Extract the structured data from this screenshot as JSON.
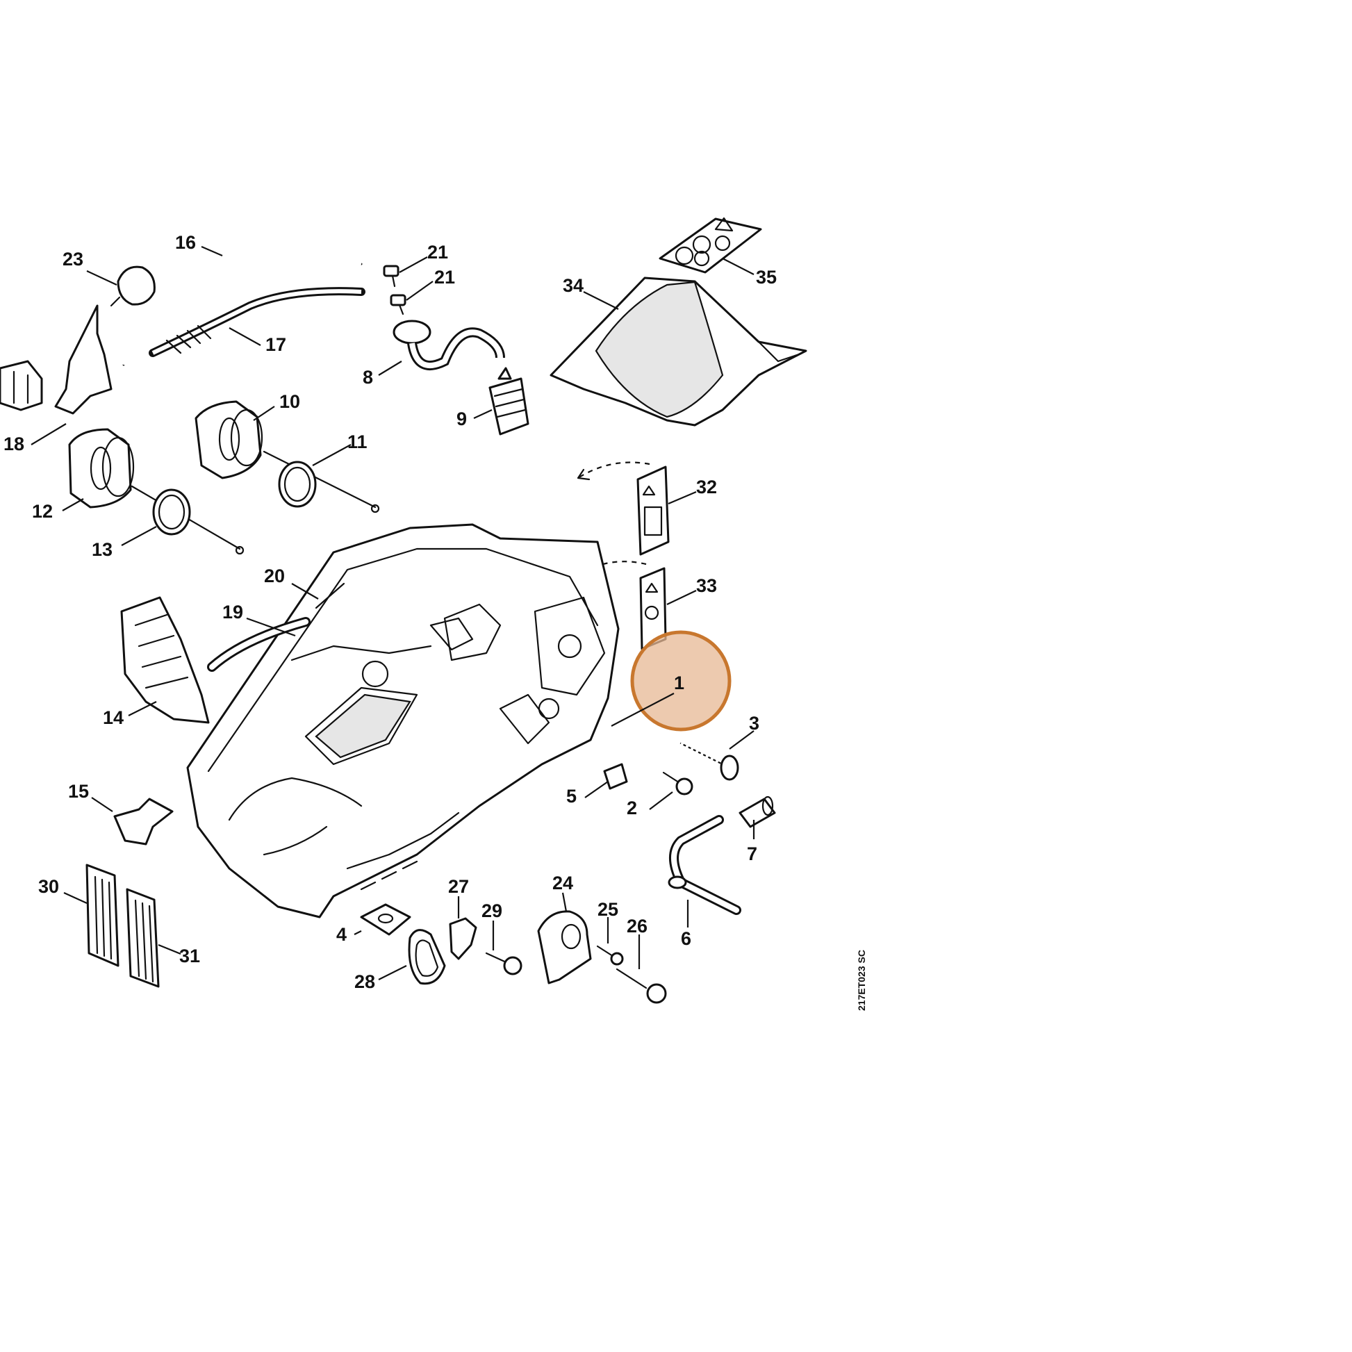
{
  "diagram": {
    "drawing_code": "217ET023 SC",
    "highlight_color": "#e7b894",
    "highlight_stroke": "#c8772e",
    "highlighted_part": "1"
  },
  "parts": [
    {
      "id": "p1",
      "label": "1"
    },
    {
      "id": "p2",
      "label": "2"
    },
    {
      "id": "p3",
      "label": "3"
    },
    {
      "id": "p4",
      "label": "4"
    },
    {
      "id": "p5",
      "label": "5"
    },
    {
      "id": "p6",
      "label": "6"
    },
    {
      "id": "p7",
      "label": "7"
    },
    {
      "id": "p8",
      "label": "8"
    },
    {
      "id": "p9",
      "label": "9"
    },
    {
      "id": "p10",
      "label": "10"
    },
    {
      "id": "p11",
      "label": "11"
    },
    {
      "id": "p12",
      "label": "12"
    },
    {
      "id": "p13",
      "label": "13"
    },
    {
      "id": "p14",
      "label": "14"
    },
    {
      "id": "p15",
      "label": "15"
    },
    {
      "id": "p16",
      "label": "16"
    },
    {
      "id": "p17",
      "label": "17"
    },
    {
      "id": "p18",
      "label": "18"
    },
    {
      "id": "p19",
      "label": "19"
    },
    {
      "id": "p20",
      "label": "20"
    },
    {
      "id": "p21a",
      "label": "21"
    },
    {
      "id": "p21b",
      "label": "21"
    },
    {
      "id": "p23",
      "label": "23"
    },
    {
      "id": "p24",
      "label": "24"
    },
    {
      "id": "p25",
      "label": "25"
    },
    {
      "id": "p26",
      "label": "26"
    },
    {
      "id": "p27",
      "label": "27"
    },
    {
      "id": "p28",
      "label": "28"
    },
    {
      "id": "p29",
      "label": "29"
    },
    {
      "id": "p30",
      "label": "30"
    },
    {
      "id": "p31",
      "label": "31"
    },
    {
      "id": "p32",
      "label": "32"
    },
    {
      "id": "p33",
      "label": "33"
    },
    {
      "id": "p34",
      "label": "34"
    },
    {
      "id": "p35",
      "label": "35"
    }
  ]
}
